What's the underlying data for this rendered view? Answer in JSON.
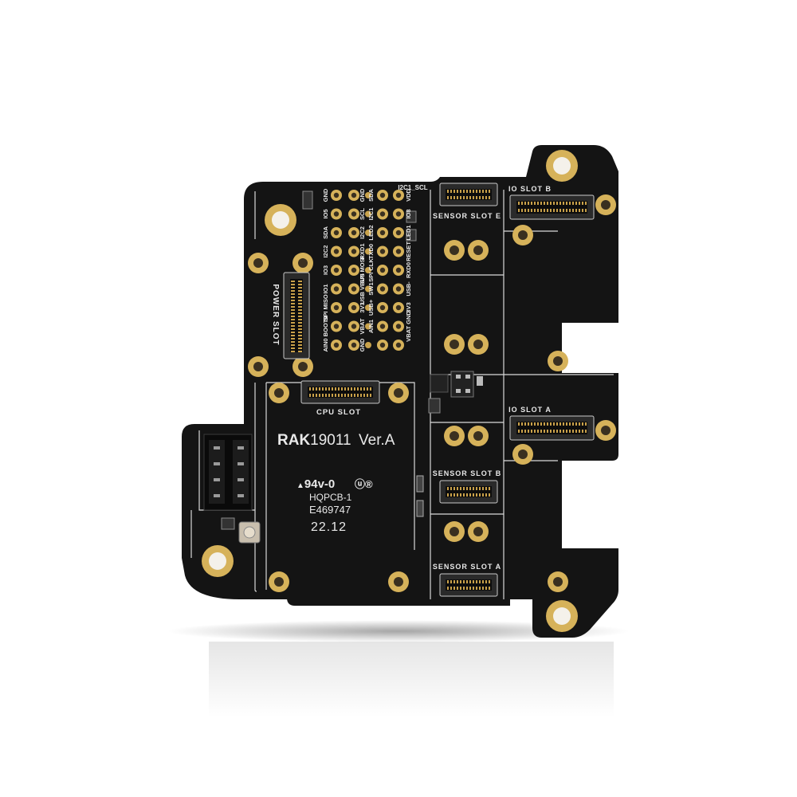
{
  "colors": {
    "background": "#ffffff",
    "board": "#141414",
    "silkscreen": "#e9e9e9",
    "gold": "#d6b25a",
    "connector": "#2a2a2a"
  },
  "board": {
    "model": "RAK19011",
    "model_prefix": "RAK",
    "model_number": "19011",
    "version": "Ver.A",
    "flammability": "94v-0",
    "manufacturer": "HQPCB-1",
    "ul_code": "E469747",
    "date_code": "22.12"
  },
  "slots": {
    "power": "POWER SLOT",
    "cpu": "CPU SLOT",
    "io_a": "IO SLOT A",
    "io_b": "IO SLOT B",
    "sensor_a": "SENSOR SLOT A",
    "sensor_b": "SENSOR SLOT B",
    "sensor_e": "SENSOR SLOT E"
  },
  "header_labels": {
    "i2c1_scl": "I2C1_SCL",
    "col_left": [
      "GND",
      "IO5",
      "SDA",
      "I2C2",
      "IO3",
      "IO1",
      "SPI MISO",
      "BOOT0",
      "AIN0"
    ],
    "col_mid": [
      "GND",
      "SCL",
      "I2C2",
      "RXD1",
      "SPI MOSI",
      "USB VBUS",
      "3V3",
      "VBAT",
      "GND"
    ],
    "col_mid2": [
      "SDA",
      "I2C1",
      "LED2",
      "TXD0",
      "SPI CLK",
      "SW1",
      "USB+",
      "AIN1"
    ],
    "col_right": [
      "VDD",
      "IO8",
      "LED1",
      "RESET",
      "RXD0",
      "USB-",
      "3V3",
      "VBAT GND"
    ]
  }
}
